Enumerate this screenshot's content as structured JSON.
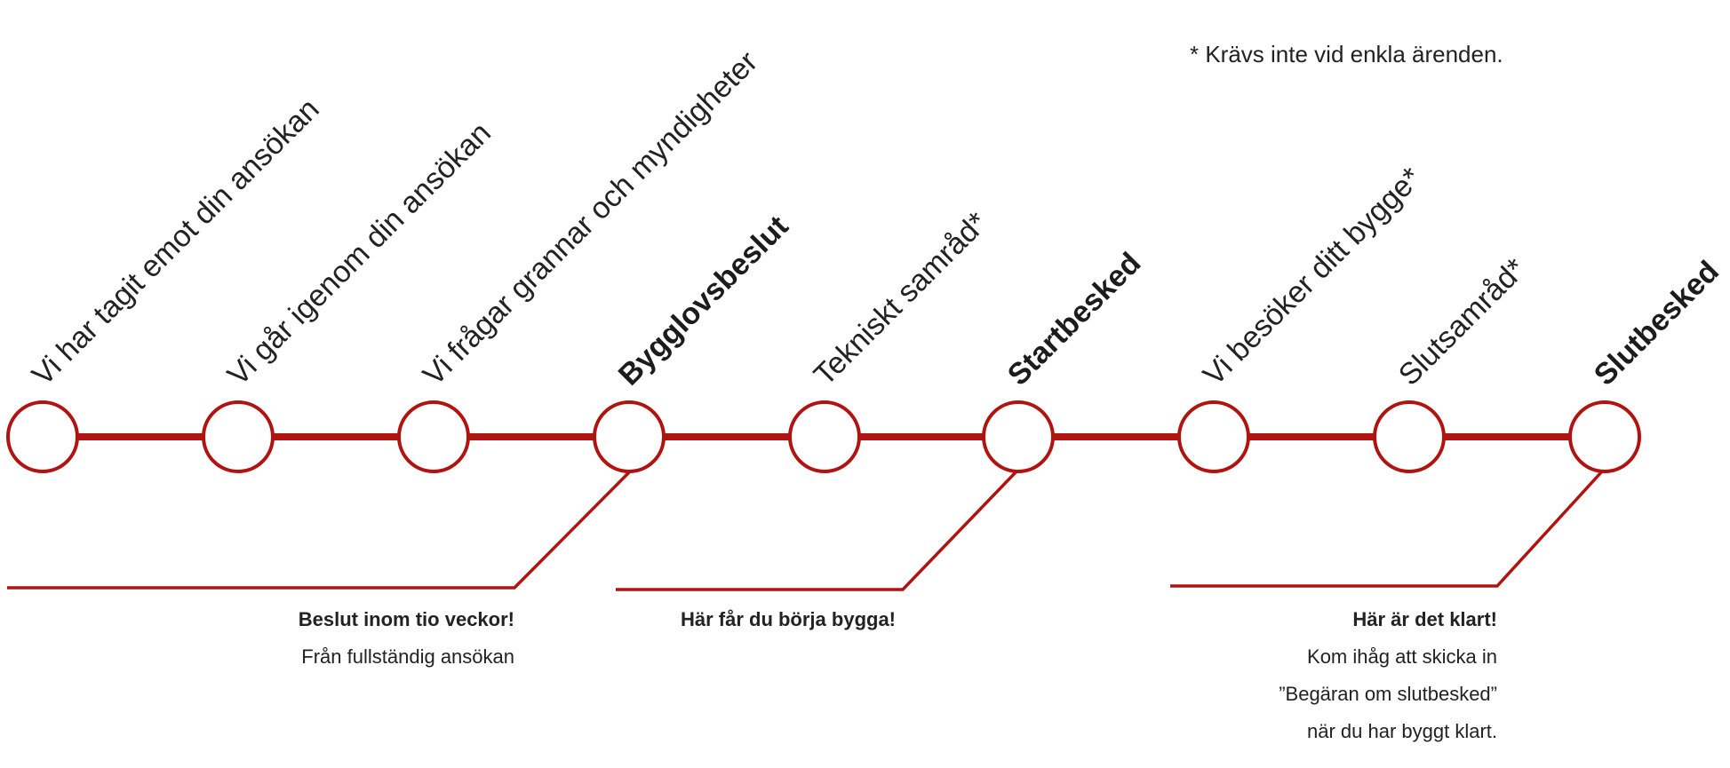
{
  "footnote": "* Krävs inte vid enkla ärenden.",
  "steps": [
    {
      "label": "Vi har tagit emot din ansökan",
      "milestone": false
    },
    {
      "label": "Vi går igenom din ansökan",
      "milestone": false
    },
    {
      "label": "Vi frågar grannar och myndigheter",
      "milestone": false
    },
    {
      "label": "Bygglovsbeslut",
      "milestone": true
    },
    {
      "label": "Tekniskt samråd*",
      "milestone": false
    },
    {
      "label": "Startbesked",
      "milestone": true
    },
    {
      "label": "Vi besöker ditt bygge*",
      "milestone": false
    },
    {
      "label": "Slutsamråd*",
      "milestone": false
    },
    {
      "label": "Slutbesked",
      "milestone": true
    }
  ],
  "callouts": [
    {
      "title": "Beslut inom tio veckor!",
      "lines": [
        "Från fullständig ansökan"
      ]
    },
    {
      "title": "Här får du börja bygga!",
      "lines": []
    },
    {
      "title": "Här är det klart!",
      "lines": [
        "Kom ihåg att skicka in",
        "”Begäran om slutbesked”",
        "när du har byggt klart."
      ]
    }
  ],
  "colors": {
    "accent": "#b01410",
    "text": "#222222"
  }
}
